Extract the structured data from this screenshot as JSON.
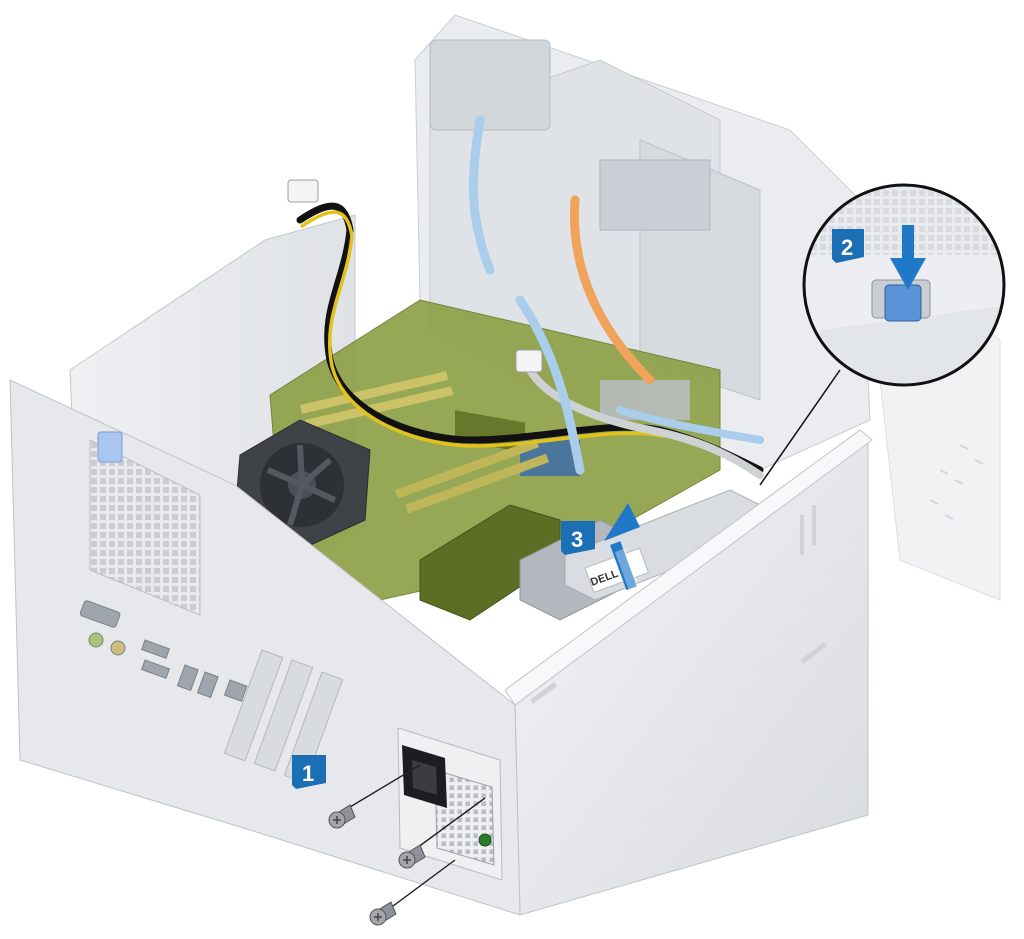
{
  "figure": {
    "subject": "desktop-tower-computer-open-chassis",
    "steps": [
      {
        "number": "1",
        "action": "remove-screws",
        "icon": "screw-icon",
        "count": 3
      },
      {
        "number": "2",
        "action": "press-release-tab",
        "icon": "arrow-down-icon"
      },
      {
        "number": "3",
        "action": "lift-power-supply",
        "icon": "arrow-up-icon"
      }
    ],
    "psu_label_text": "DELL",
    "colors": {
      "callout_badge": "#1a6fb5",
      "callout_badge_text": "#ffffff",
      "arrow_blue": "#1f78c8",
      "chassis_gray": "#e4e6e9",
      "chassis_shadow": "#c8ccd1",
      "motherboard_green": "#7f9a3a",
      "cable_yellow": "#e2c21b",
      "cable_orange": "#f0a35a",
      "cable_lightblue": "#a9cdea",
      "release_tab_blue": "#8fb4e6"
    }
  }
}
